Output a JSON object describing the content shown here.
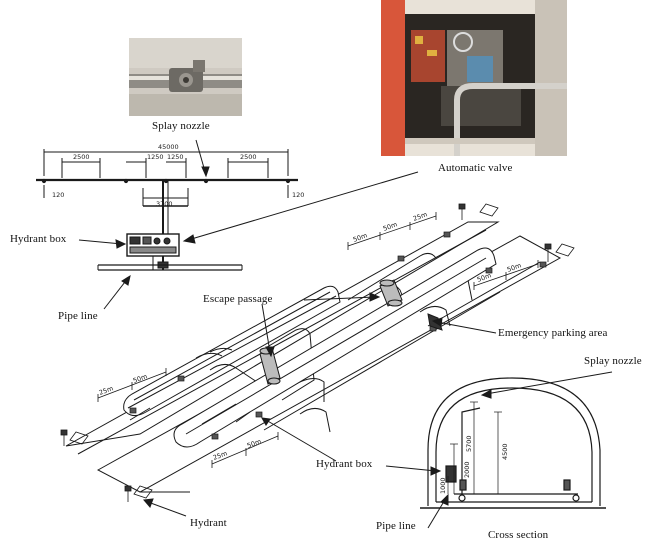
{
  "labels": {
    "splay_nozzle_top": "Splay nozzle",
    "automatic_valve": "Automatic valve",
    "hydrant_box_left": "Hydrant box",
    "pipe_line_left": "Pipe line",
    "escape_passage": "Escape passage",
    "emergency_parking_area": "Emergency parking area",
    "splay_nozzle_right": "Splay nozzle",
    "hydrant_box_bottom": "Hydrant box",
    "hydrant": "Hydrant",
    "pipe_line_bottom": "Pipe line",
    "cross_section": "Cross section"
  },
  "dimensions": {
    "overall_width": "45000",
    "seg_left": "2500",
    "seg_mid_a": "1250",
    "seg_mid_b": "1250",
    "seg_right": "2500",
    "end_left": "120",
    "end_right": "120",
    "center_height": "3700",
    "tunnel_spacing_1": "50m",
    "tunnel_spacing_2": "50m",
    "tunnel_spacing_3": "25m",
    "cs_height_total": "5700",
    "cs_height_upper": "4500",
    "cs_height_box": "2000",
    "cs_height_low": "1000"
  },
  "colors": {
    "valve_cabinet": "#d8563a",
    "line": "#1a1a1a"
  }
}
